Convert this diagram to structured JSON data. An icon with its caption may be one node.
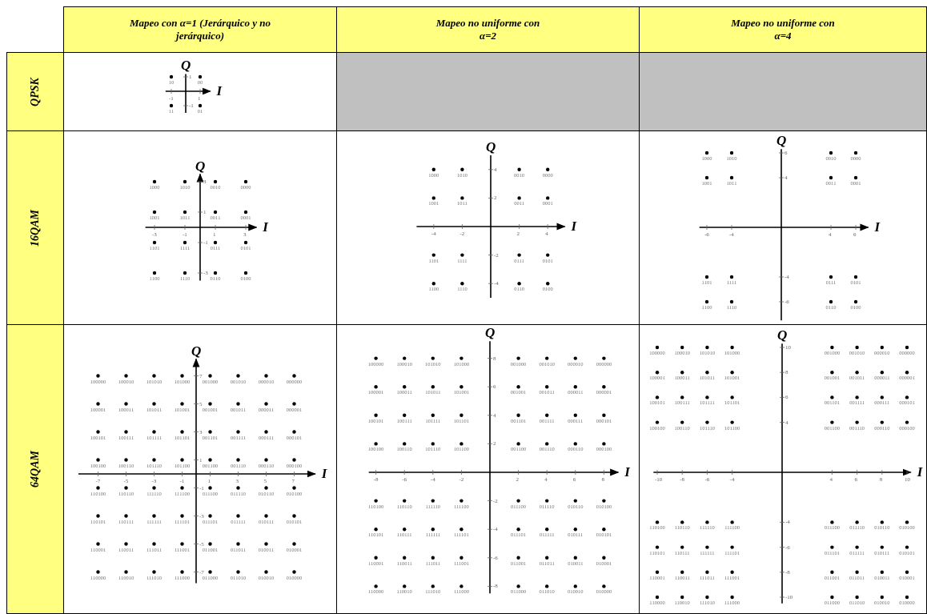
{
  "diagram": {
    "labels": [
      "Mapeo con α=1 (Jerárquico y no jerárquico)",
      "Mapeo no uniforme con α=2",
      "Mapeo no uniforme con α=4",
      "QPSK",
      "Q",
      "1",
      "-1",
      "I",
      "-1",
      "1",
      "10",
      "00",
      "11",
      "01",
      "16QAM",
      "Q",
      "3",
      "1",
      "-1",
      "-3",
      "I",
      "-3",
      "-1",
      "1",
      "3",
      "1000",
      "1010",
      "0010",
      "0000",
      "1001",
      "1011",
      "0011",
      "0001",
      "1101",
      "1111",
      "0111",
      "0101",
      "1100",
      "1110",
      "0110",
      "0100",
      "Q",
      "4",
      "2",
      "-2",
      "-4",
      "I",
      "-4",
      "-2",
      "2",
      "4",
      "1000",
      "1010",
      "0010",
      "0000",
      "1001",
      "1011",
      "0011",
      "0001",
      "1101",
      "1111",
      "0111",
      "0101",
      "1100",
      "1110",
      "0110",
      "0100",
      "Q",
      "6",
      "4",
      "-4",
      "-6",
      "I",
      "-6",
      "-4",
      "4",
      "6",
      "1000",
      "1010",
      "0010",
      "0000",
      "1001",
      "1011",
      "0011",
      "0001",
      "1101",
      "1111",
      "0111",
      "0101",
      "1100",
      "1110",
      "0110",
      "0100",
      "64QAM",
      "Q",
      "7",
      "5",
      "3",
      "1",
      "-1",
      "-3",
      "-5",
      "-7",
      "I",
      "-7",
      "-5",
      "-3",
      "-1",
      "1",
      "3",
      "5",
      "7",
      "100000",
      "100010",
      "101010",
      "101000",
      "001000",
      "001010",
      "000010",
      "000000",
      "100001",
      "100011",
      "101011",
      "101001",
      "001001",
      "001011",
      "000011",
      "000001",
      "100101",
      "100111",
      "101111",
      "101101",
      "001101",
      "001111",
      "000111",
      "000101",
      "100100",
      "100110",
      "101110",
      "101100",
      "001100",
      "001110",
      "000110",
      "000100",
      "110100",
      "110110",
      "111110",
      "111100",
      "011100",
      "011110",
      "010110",
      "010100",
      "110101",
      "110111",
      "111111",
      "111101",
      "011101",
      "011111",
      "010111",
      "010101",
      "110001",
      "110011",
      "111011",
      "111001",
      "011001",
      "011011",
      "010011",
      "010001",
      "110000",
      "110010",
      "111010",
      "111000",
      "011000",
      "011010",
      "010010",
      "010000",
      "Q",
      "8",
      "6",
      "4",
      "2",
      "-2",
      "-4",
      "-6",
      "-8",
      "I",
      "-8",
      "-6",
      "-4",
      "-2",
      "2",
      "4",
      "6",
      "8",
      "100000",
      "100010",
      "101010",
      "101000",
      "001000",
      "001010",
      "000010",
      "000000",
      "100001",
      "100011",
      "101011",
      "101001",
      "001001",
      "001011",
      "000011",
      "000001",
      "100101",
      "100111",
      "101111",
      "101101",
      "001101",
      "001111",
      "000111",
      "000101",
      "100100",
      "100110",
      "101110",
      "101100",
      "001100",
      "001110",
      "000110",
      "000100",
      "110100",
      "110110",
      "111110",
      "111100",
      "011100",
      "011110",
      "010110",
      "010100",
      "110101",
      "110111",
      "111111",
      "111101",
      "011101",
      "011111",
      "010111",
      "010101",
      "110001",
      "110011",
      "111011",
      "111001",
      "011001",
      "011011",
      "010011",
      "010001",
      "110000",
      "110010",
      "111010",
      "111000",
      "011000",
      "011010",
      "010010",
      "010000",
      "Q",
      "10",
      "8",
      "6",
      "4",
      "-4",
      "-6",
      "-8",
      "-10",
      "I",
      "-10",
      "-8",
      "-6",
      "-4",
      "4",
      "6",
      "8",
      "10",
      "100000",
      "100010",
      "101010",
      "101000",
      "001000",
      "001010",
      "000010",
      "000000",
      "100001",
      "100011",
      "101011",
      "101001",
      "001001",
      "001011",
      "000011",
      "000001",
      "100101",
      "100111",
      "101111",
      "101101",
      "001101",
      "001111",
      "000111",
      "000101",
      "100100",
      "100110",
      "101110",
      "101100",
      "001100",
      "001110",
      "000110",
      "000100",
      "110100",
      "110110",
      "111110",
      "111100",
      "011100",
      "011110",
      "010110",
      "010100",
      "110101",
      "110111",
      "111111",
      "111101",
      "011101",
      "011111",
      "010111",
      "010101",
      "110001",
      "110011",
      "111011",
      "111001",
      "011001",
      "011011",
      "010011",
      "010001",
      "110000",
      "110010",
      "111010",
      "111000",
      "011000",
      "011010",
      "010010",
      "010000"
    ]
  }
}
